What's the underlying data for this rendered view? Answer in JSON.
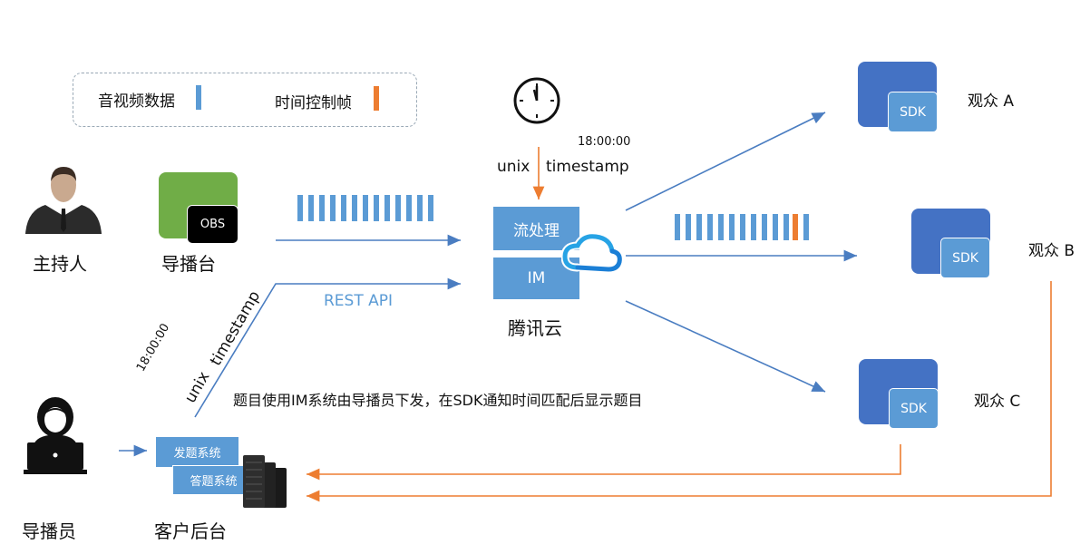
{
  "legend": {
    "av_data_label": "音视频数据",
    "time_control_label": "时间控制帧"
  },
  "actors": {
    "host": "主持人",
    "director_console": "导播台",
    "obs_label": "OBS",
    "director": "导播员",
    "customer_backend": "客户后台"
  },
  "backend_buttons": {
    "question_system": "发题系统",
    "answer_system": "答题系统"
  },
  "cloud": {
    "stream_process": "流处理",
    "im": "IM",
    "name": "腾讯云"
  },
  "clock": {
    "time": "18:00:00",
    "unix": "unix",
    "timestamp": "timestamp"
  },
  "rest_api": "REST API",
  "director_timestamp": {
    "time": "18:00:00",
    "unix": "unix",
    "timestamp": "timestamp"
  },
  "description": "题目使用IM系统由导播员下发，在SDK通知时间匹配后显示题目",
  "viewers": [
    {
      "sdk": "SDK",
      "name": "观众 A"
    },
    {
      "sdk": "SDK",
      "name": "观众 B"
    },
    {
      "sdk": "SDK",
      "name": "观众 C"
    }
  ],
  "colors": {
    "primary_blue": "#5b9bd5",
    "dark_blue": "#4472c4",
    "arrow_blue": "#4a7dc1",
    "orange": "#ed7d31",
    "obs_green": "#70ad47"
  }
}
